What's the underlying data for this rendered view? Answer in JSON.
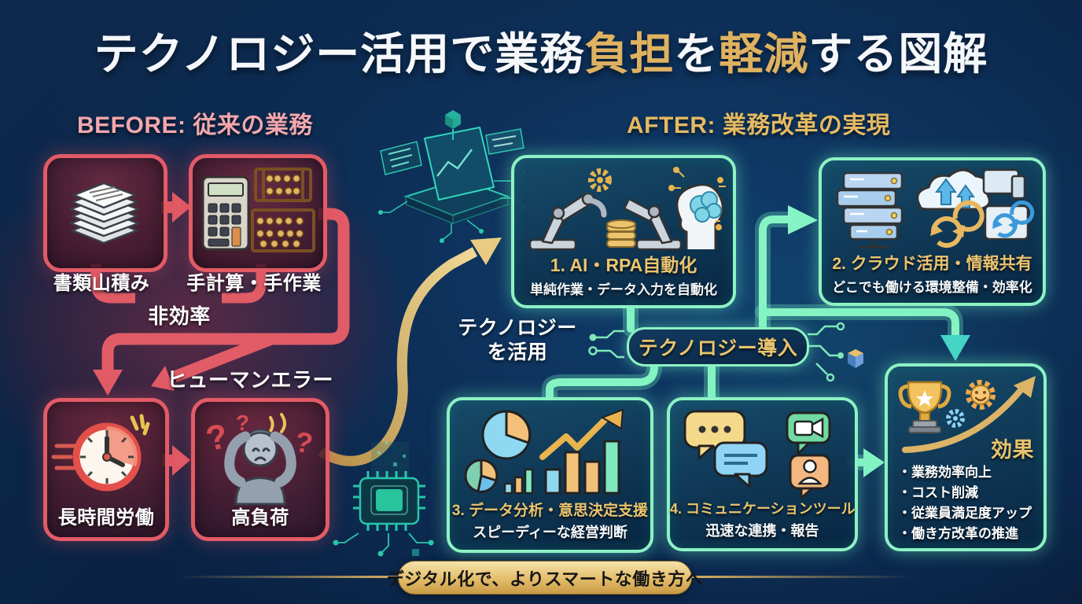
{
  "title": {
    "part1": "テクノロジー活用で業務",
    "part2": "負担",
    "part3": "を",
    "part4": "軽減",
    "part5": "する図解"
  },
  "before": {
    "label": "BEFORE: 従来の業務",
    "cards": {
      "documents": {
        "label": "書類山積み"
      },
      "manual": {
        "label": "手計算・手作業"
      },
      "long_hours": {
        "label": "長時間労働"
      },
      "high_load": {
        "label": "高負荷"
      }
    },
    "inefficiency_label": "非効率",
    "human_error_label": "ヒューマンエラー"
  },
  "center": {
    "note_line1": "テクノロジー",
    "note_line2": "を活用",
    "pill_label": "テクノロジー導入"
  },
  "after": {
    "label": "AFTER: 業務改革の実現",
    "cards": [
      {
        "title": "1. AI・RPA自動化",
        "subtitle": "単純作業・データ入力を自動化"
      },
      {
        "title": "2. クラウド活用・情報共有",
        "subtitle": "どこでも働ける環境整備・効率化"
      },
      {
        "title": "3. データ分析・意思決定支援",
        "subtitle": "スピーディーな経営判断"
      },
      {
        "title": "4. コミュニケーションツール",
        "subtitle": "迅速な連携・報告"
      }
    ],
    "effects": {
      "title": "効果",
      "items": [
        "・業務効率向上",
        "・コスト削減",
        "・従業員満足度アップ",
        "・働き方改革の推進"
      ]
    }
  },
  "footer": {
    "banner": "デジタル化で、よりスマートな働き方へ"
  },
  "colors": {
    "background_navy": "#0d2f58",
    "accent_gold": "#e3b55f",
    "before_red": "#e25b66",
    "after_mint": "#8df2c4",
    "teal_arrow": "#45d5c5",
    "title_white": "#f5f7fa"
  }
}
